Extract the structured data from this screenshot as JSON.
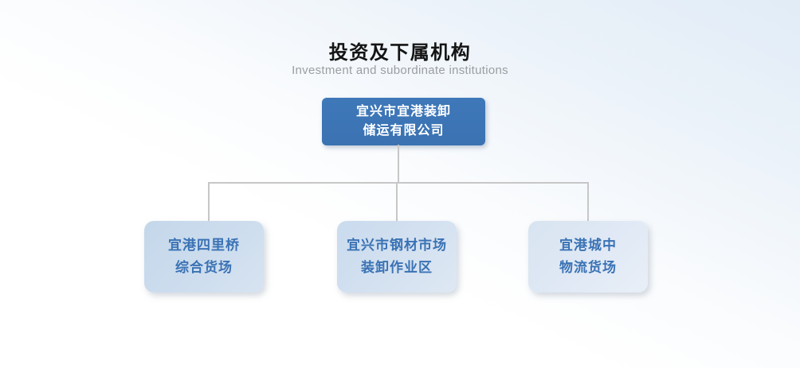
{
  "page": {
    "title": "投资及下属机构",
    "subtitle": "Investment and subordinate institutions"
  },
  "org_chart": {
    "root": {
      "name": "宜兴市宜港装卸储运有限公司",
      "lines": [
        "宜兴市宜港装卸",
        "储运有限公司"
      ]
    },
    "children": [
      {
        "name": "宜港四里桥综合货场",
        "lines": [
          "宜港四里桥",
          "综合货场"
        ]
      },
      {
        "name": "宜兴市钢材市场装卸作业区",
        "lines": [
          "宜兴市钢材市场",
          "装卸作业区"
        ]
      },
      {
        "name": "宜港城中物流货场",
        "lines": [
          "宜港城中",
          "物流货场"
        ]
      }
    ]
  },
  "colors": {
    "root_box_bg": "#3b74b4",
    "root_box_text": "#ffffff",
    "child_box_bg": "#cdddee",
    "child_box_text": "#3a72b4",
    "connector": "#c7c7c7",
    "title_text": "#141414",
    "subtitle_text": "#9b9ea1",
    "background_top": "#e1ecf7",
    "background_bottom": "#ffffff"
  }
}
